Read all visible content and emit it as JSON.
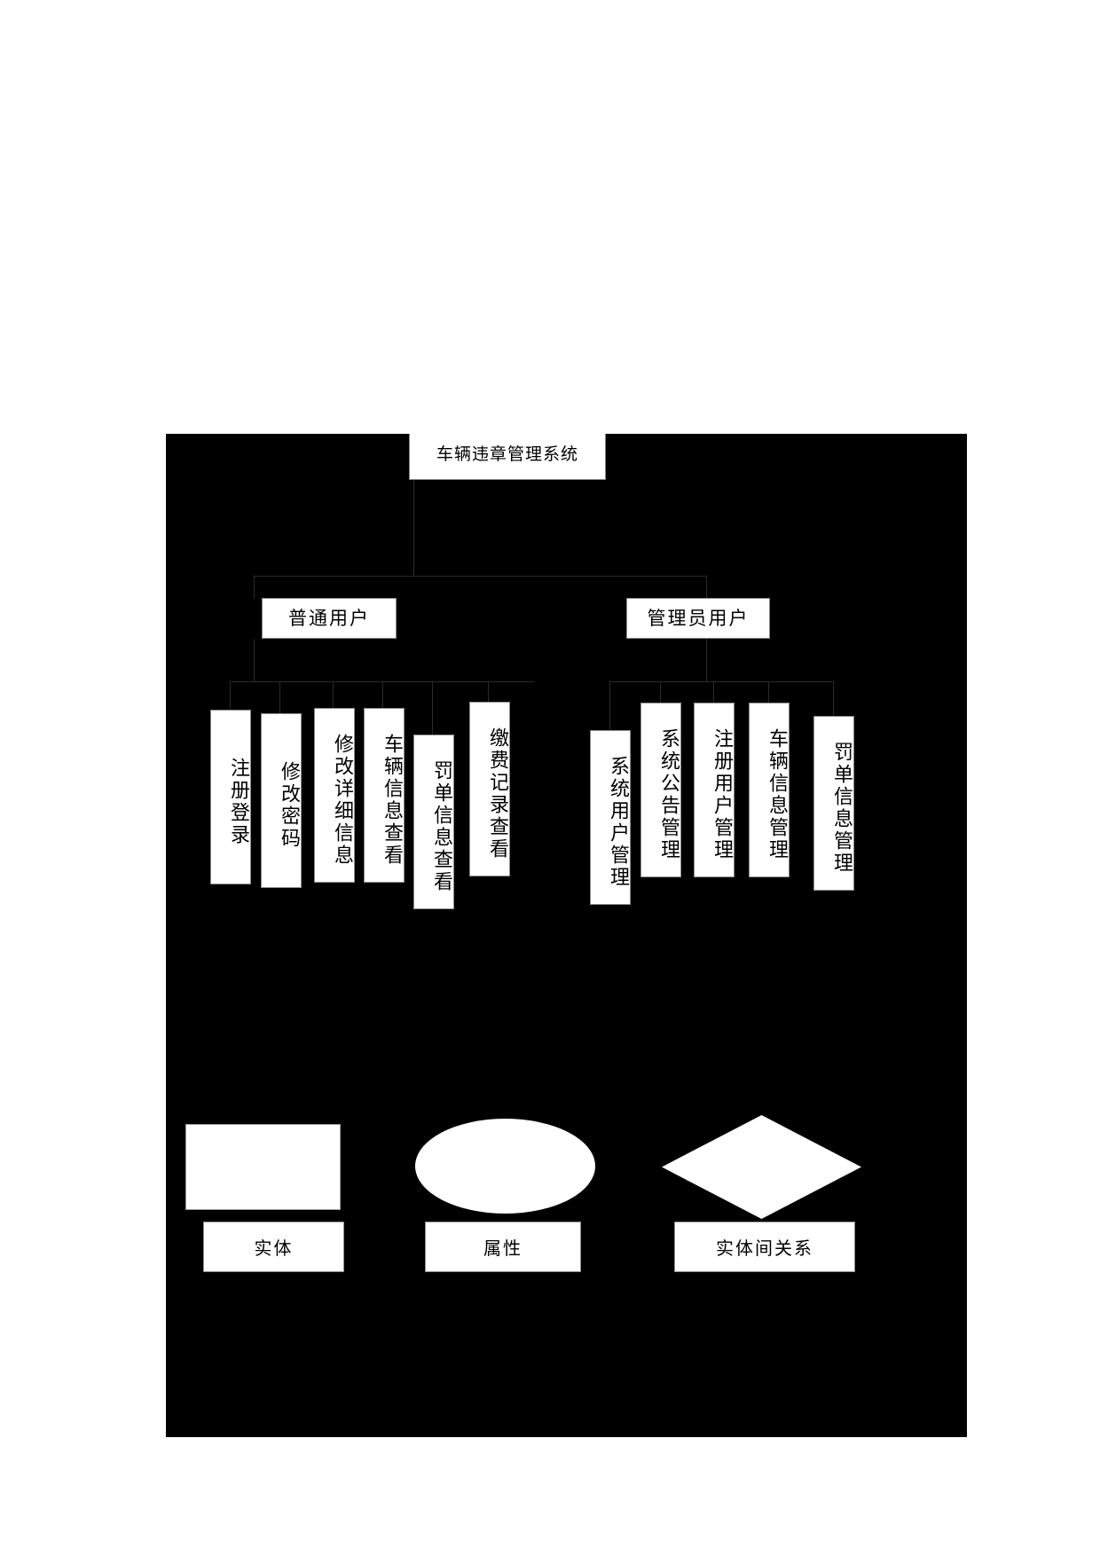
{
  "diagram": {
    "title": "车辆违章管理系统",
    "roles": [
      {
        "id": "normal-user",
        "label": "普通用户"
      },
      {
        "id": "admin-user",
        "label": "管理员用户"
      }
    ],
    "normal_user_functions": [
      {
        "id": "register-login",
        "label": "注册登录"
      },
      {
        "id": "change-password",
        "label": "修改密码"
      },
      {
        "id": "edit-detail-info",
        "label": "修改详细信息"
      },
      {
        "id": "view-vehicle-info",
        "label": "车辆信息查看"
      },
      {
        "id": "view-ticket-info",
        "label": "罚单信息查看"
      },
      {
        "id": "view-payment-record",
        "label": "缴费记录查看"
      }
    ],
    "admin_user_functions": [
      {
        "id": "system-user-manage",
        "label": "系统用户管理"
      },
      {
        "id": "system-notice-manage",
        "label": "系统公告管理"
      },
      {
        "id": "registered-user-manage",
        "label": "注册用户管理"
      },
      {
        "id": "vehicle-info-manage",
        "label": "车辆信息管理"
      },
      {
        "id": "ticket-info-manage",
        "label": "罚单信息管理"
      }
    ],
    "legend": [
      {
        "id": "entity",
        "shape": "rectangle",
        "label": "实体"
      },
      {
        "id": "attribute",
        "shape": "ellipse",
        "label": "属性"
      },
      {
        "id": "relationship",
        "shape": "diamond",
        "label": "实体间关系"
      }
    ],
    "colors": {
      "canvas_background": "#000000",
      "node_fill": "#ffffff",
      "node_border": "#8a8a8a",
      "text": "#000000",
      "page_background": "#ffffff"
    }
  }
}
